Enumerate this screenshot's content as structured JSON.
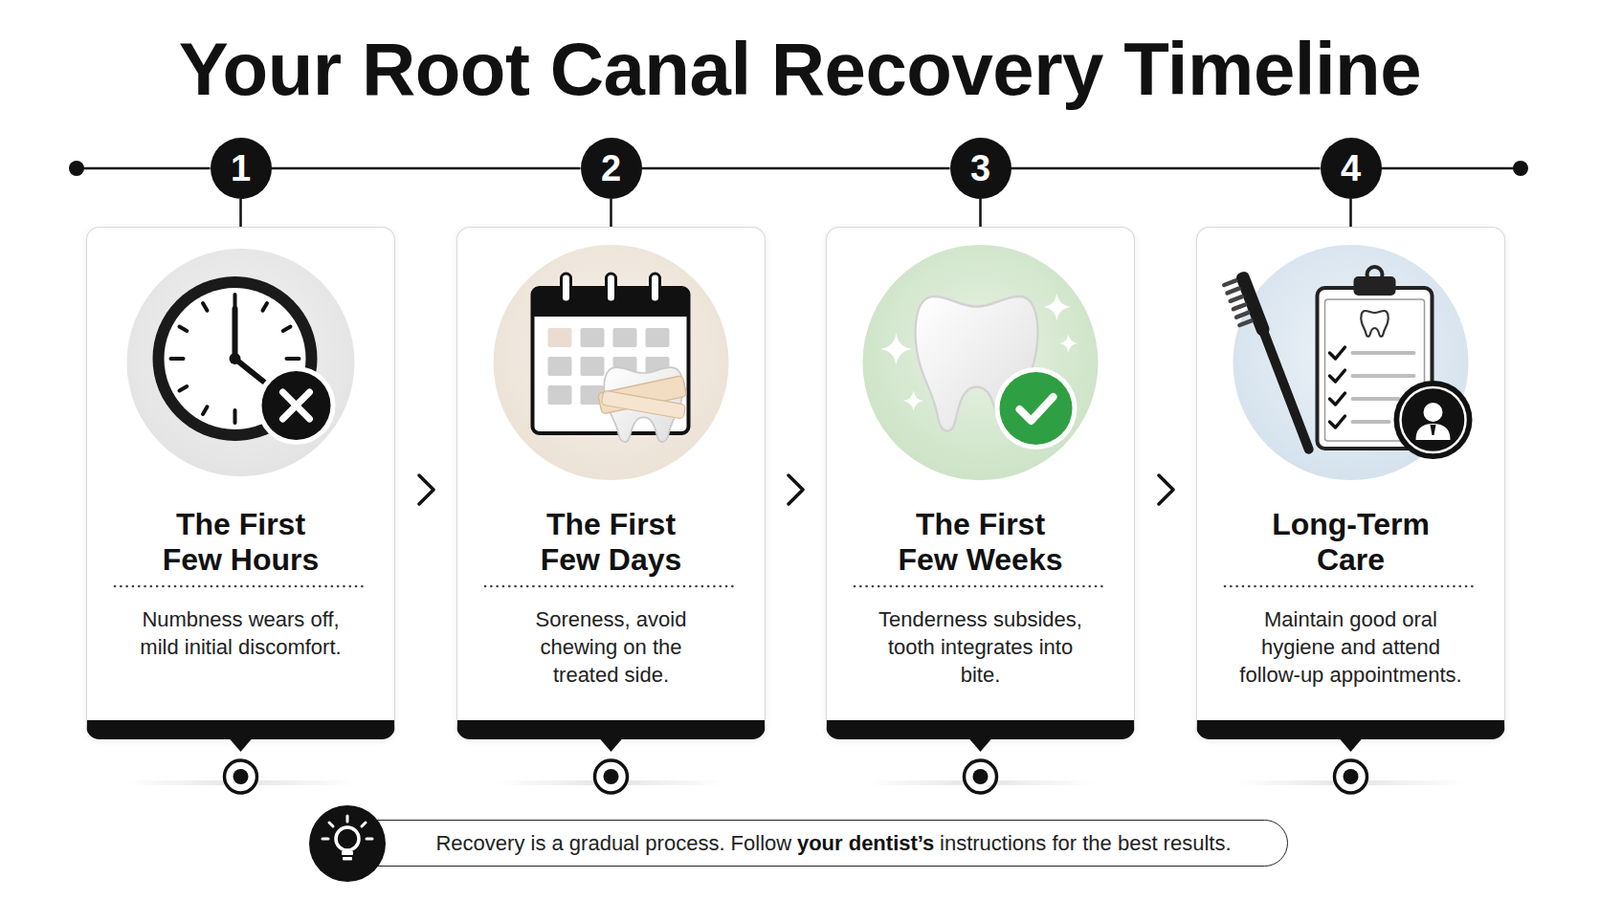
{
  "diagram": {
    "title": "Your Root Canal Recovery Timeline",
    "nodes": [
      {
        "text": [
          "1"
        ]
      },
      {
        "text": [
          "The First Few Hours",
          "Numbness wears off, mild initial discomfort."
        ]
      },
      {
        "text": [
          "2"
        ]
      },
      {
        "text": [
          "The First Few Days",
          "Soreness, avoid chewing on the treated side."
        ]
      },
      {
        "text": [
          "3"
        ]
      },
      {
        "text": [
          "The First Few Weeks",
          "Tenderness subsides, tooth integrates into bite."
        ]
      },
      {
        "text": [
          "4"
        ]
      },
      {
        "text": [
          "Long-Term Care",
          "Maintain good oral hygiene and attend follow-up appointments."
        ]
      },
      {
        "text": [
          "Recovery is a gradual process. Follow",
          "your dentist’s",
          "instructions for the best results."
        ]
      }
    ],
    "edges": [
      {
        "from": 0,
        "to": 2,
        "arrow": "none"
      },
      {
        "from": 2,
        "to": 4,
        "arrow": "none"
      },
      {
        "from": 4,
        "to": 6,
        "arrow": "none"
      },
      {
        "from": 0,
        "to": 1,
        "arrow": "none"
      },
      {
        "from": 2,
        "to": 3,
        "arrow": "none"
      },
      {
        "from": 4,
        "to": 5,
        "arrow": "none"
      },
      {
        "from": 6,
        "to": 7,
        "arrow": "none"
      }
    ]
  }
}
